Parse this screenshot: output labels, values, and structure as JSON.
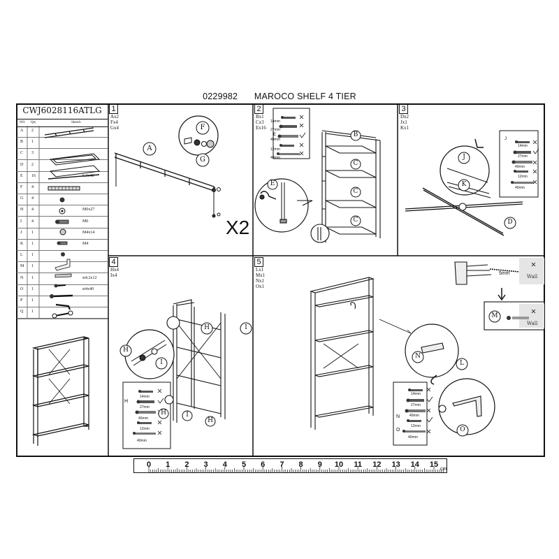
{
  "header": {
    "code": "0229982",
    "title": "MAROCO SHELF 4 TIER"
  },
  "model": "CWJ6028116ATLG",
  "parts_table": {
    "headers": [
      "NO.",
      "Qty",
      "Sketch"
    ],
    "rows": [
      {
        "no": "A",
        "qty": "2",
        "spec": ""
      },
      {
        "no": "B",
        "qty": "1",
        "spec": ""
      },
      {
        "no": "C",
        "qty": "3",
        "spec": ""
      },
      {
        "no": "D",
        "qty": "2",
        "spec": ""
      },
      {
        "no": "E",
        "qty": "16",
        "spec": "6.3x40"
      },
      {
        "no": "F",
        "qty": "4",
        "spec": ""
      },
      {
        "no": "G",
        "qty": "4",
        "spec": ""
      },
      {
        "no": "H",
        "qty": "4",
        "spec": "M6x27"
      },
      {
        "no": "I",
        "qty": "4",
        "spec": "M6"
      },
      {
        "no": "J",
        "qty": "1",
        "spec": "M4x14"
      },
      {
        "no": "K",
        "qty": "1",
        "spec": "M4"
      },
      {
        "no": "L",
        "qty": "1",
        "spec": ""
      },
      {
        "no": "M",
        "qty": "1",
        "spec": ""
      },
      {
        "no": "N",
        "qty": "1",
        "spec": "st4.2x12"
      },
      {
        "no": "O",
        "qty": "1",
        "spec": "st4x40"
      },
      {
        "no": "P",
        "qty": "1",
        "spec": ""
      },
      {
        "no": "Q",
        "qty": "1",
        "spec": ""
      }
    ]
  },
  "steps": [
    {
      "num": "1",
      "parts": "Ax2\nFx4\nGx4",
      "multiplier": "X2",
      "callouts": [
        "A",
        "F",
        "G"
      ]
    },
    {
      "num": "2",
      "parts": "Bx1\nCx3\nEx16",
      "callouts": [
        "B",
        "C",
        "C",
        "C",
        "E"
      ],
      "legend": {
        "label": "E",
        "sizes": [
          "14mm",
          "27mm",
          "40mm",
          "12mm",
          "40mm"
        ]
      }
    },
    {
      "num": "3",
      "parts": "Dx2\nJx1\nKx1",
      "callouts": [
        "J",
        "K",
        "D"
      ],
      "legend": {
        "label": "J",
        "sizes": [
          "14mm",
          "27mm",
          "40mm",
          "12mm",
          "40mm"
        ]
      }
    },
    {
      "num": "4",
      "parts": "Hx4\nIx4",
      "callouts": [
        "H",
        "I",
        "H",
        "I",
        "H",
        "I",
        "H"
      ],
      "legend": {
        "label": "H",
        "sizes": [
          "14mm",
          "27mm",
          "40mm",
          "12mm",
          "40mm"
        ]
      }
    },
    {
      "num": "5",
      "parts": "Lx1\nMx1\nNx1\nOx1",
      "callouts": [
        "N",
        "L",
        "O",
        "M"
      ],
      "legend": {
        "labels": [
          "N",
          "O"
        ],
        "sizes": [
          "14mm",
          "27mm",
          "40mm",
          "12mm",
          "40mm"
        ]
      },
      "drill": "5mm",
      "wall": "Wall"
    }
  ],
  "ruler": {
    "marks": [
      "0",
      "1",
      "2",
      "3",
      "4",
      "5",
      "6",
      "7",
      "8",
      "9",
      "10",
      "11",
      "12",
      "13",
      "14",
      "15"
    ],
    "unit": "cm"
  }
}
